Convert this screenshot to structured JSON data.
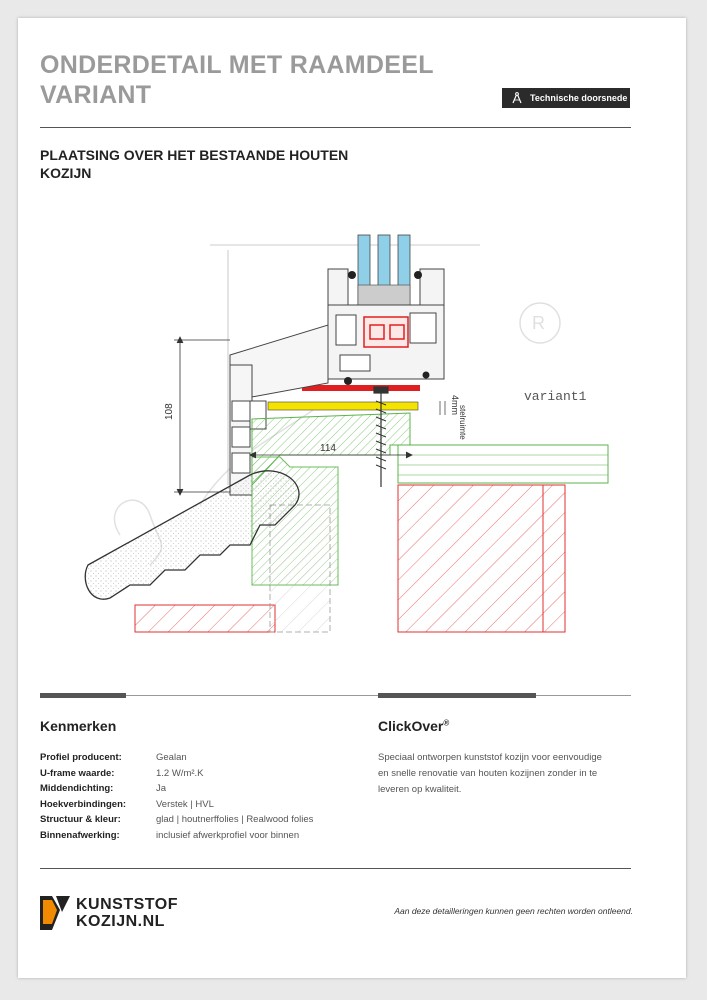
{
  "header": {
    "title": "ONDERDETAIL MET RAAMDEEL VARIANT",
    "badge_label": "Technische doorsnede",
    "badge_icon": "compass-icon"
  },
  "section": {
    "subtitle": "PLAATSING OVER HET BESTAANDE HOUTEN KOZIJN"
  },
  "drawing": {
    "dim_height": "108",
    "dim_width": "114",
    "dim_stelruimte": "stelruimte",
    "dim_4mm": "4mm",
    "variant_label": "variant1",
    "colors": {
      "glass": "#8fd0e8",
      "frame": "#444444",
      "seal_red": "#e02020",
      "insulation_yellow": "#f4e200",
      "wood_green": "#5bb54a",
      "existing_red": "#e03030",
      "screw": "#333333"
    }
  },
  "kenmerken": {
    "title": "Kenmerken",
    "rows": [
      {
        "key": "Profiel producent:",
        "value": "Gealan"
      },
      {
        "key": "U-frame waarde:",
        "value": "1.2 W/m².K"
      },
      {
        "key": "Middendichting:",
        "value": "Ja"
      },
      {
        "key": "Hoekverbindingen:",
        "value": "Verstek | HVL"
      },
      {
        "key": "Structuur & kleur:",
        "value": "glad | houtnerffolies | Realwood folies"
      },
      {
        "key": "Binnenafwerking:",
        "value": "inclusief afwerkprofiel voor binnen"
      }
    ]
  },
  "clickover": {
    "title": "ClickOver",
    "title_sup": "®",
    "text": "Speciaal ontworpen kunststof kozijn voor eenvoudige en snelle renovatie van houten kozijnen zonder in te leveren op kwaliteit."
  },
  "footer": {
    "logo_line1": "KUNSTSTOF",
    "logo_line2": "KOZIJN.NL",
    "logo_accent": "#f08a00",
    "disclaimer": "Aan deze detailleringen kunnen geen rechten worden ontleend."
  }
}
